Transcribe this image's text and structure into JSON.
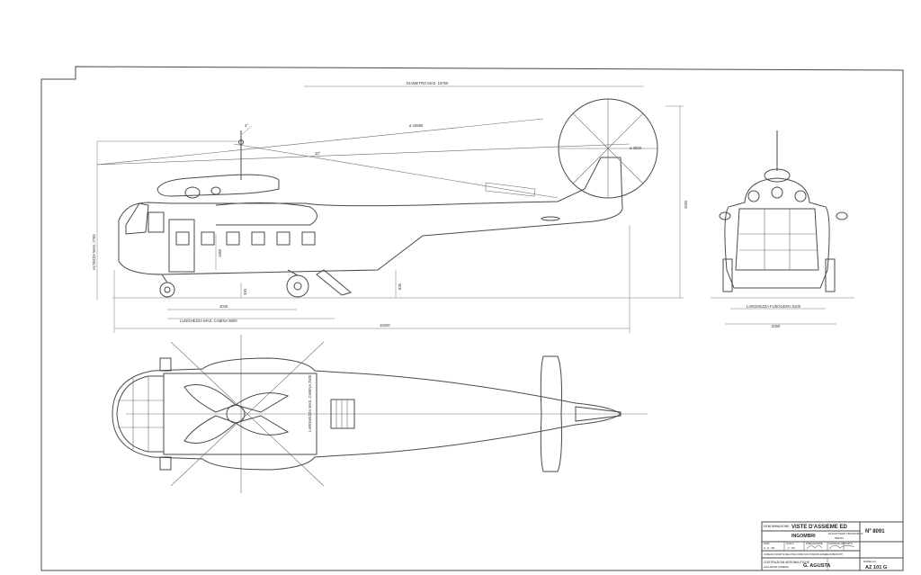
{
  "side_view": {
    "dim_top": "DIAMETRO MAS. 19750",
    "dim_rotor": "ø 15580",
    "dim_tail_rotor": "ø 3000",
    "angle_mast": "4°",
    "angle_blade": "10°",
    "dim_height_total": "4650",
    "dim_height_label": "ALTEZZA MAS. 2765",
    "dim_cabin_height": "1950",
    "dim_ground": "330",
    "dim_floor": "835",
    "dim_4040": "4040",
    "dim_cabin_len": "LUNGHEZZA MAS. CABINA 5500",
    "dim_len_total": "16200"
  },
  "front_view": {
    "dim_fuselage": "LARGHEZZA FUSOLIERA 5100",
    "dim_track": "5300"
  },
  "top_view": {
    "dim_cabin_width": "LARGHEZZA MAS. CABINA 2500"
  },
  "title_block": {
    "designation_label": "DENOMINAZIONE",
    "title_line1": "VISTE D'ASSIEME ED",
    "title_line2": "INGOMBRI",
    "subtitle_a": "ELICOTTERO TRASPORTO",
    "subtitle_b": "MEDIO",
    "number_label": "Nº 8091",
    "col_date": "DATA",
    "col_scale": "SCALA",
    "col_designer": "DISEGNATORE",
    "col_checker": "CONTROLLATO",
    "col_visa": "VISTO",
    "date_value": "4 - 6 - 58",
    "scale_value": "1 : 50",
    "note": "I DISEGNI FORNITI E RELATIVE COPIE NON POSSONO ESSERE RIPRODOTTI",
    "company_dept": "COSTRUZIONI AERONAUTICHE",
    "company_place": "GALLARATE (VARESE)",
    "company_name": "G. AGUSTA",
    "model_label": "MODELLO",
    "model_value": "AZ 101 G"
  }
}
